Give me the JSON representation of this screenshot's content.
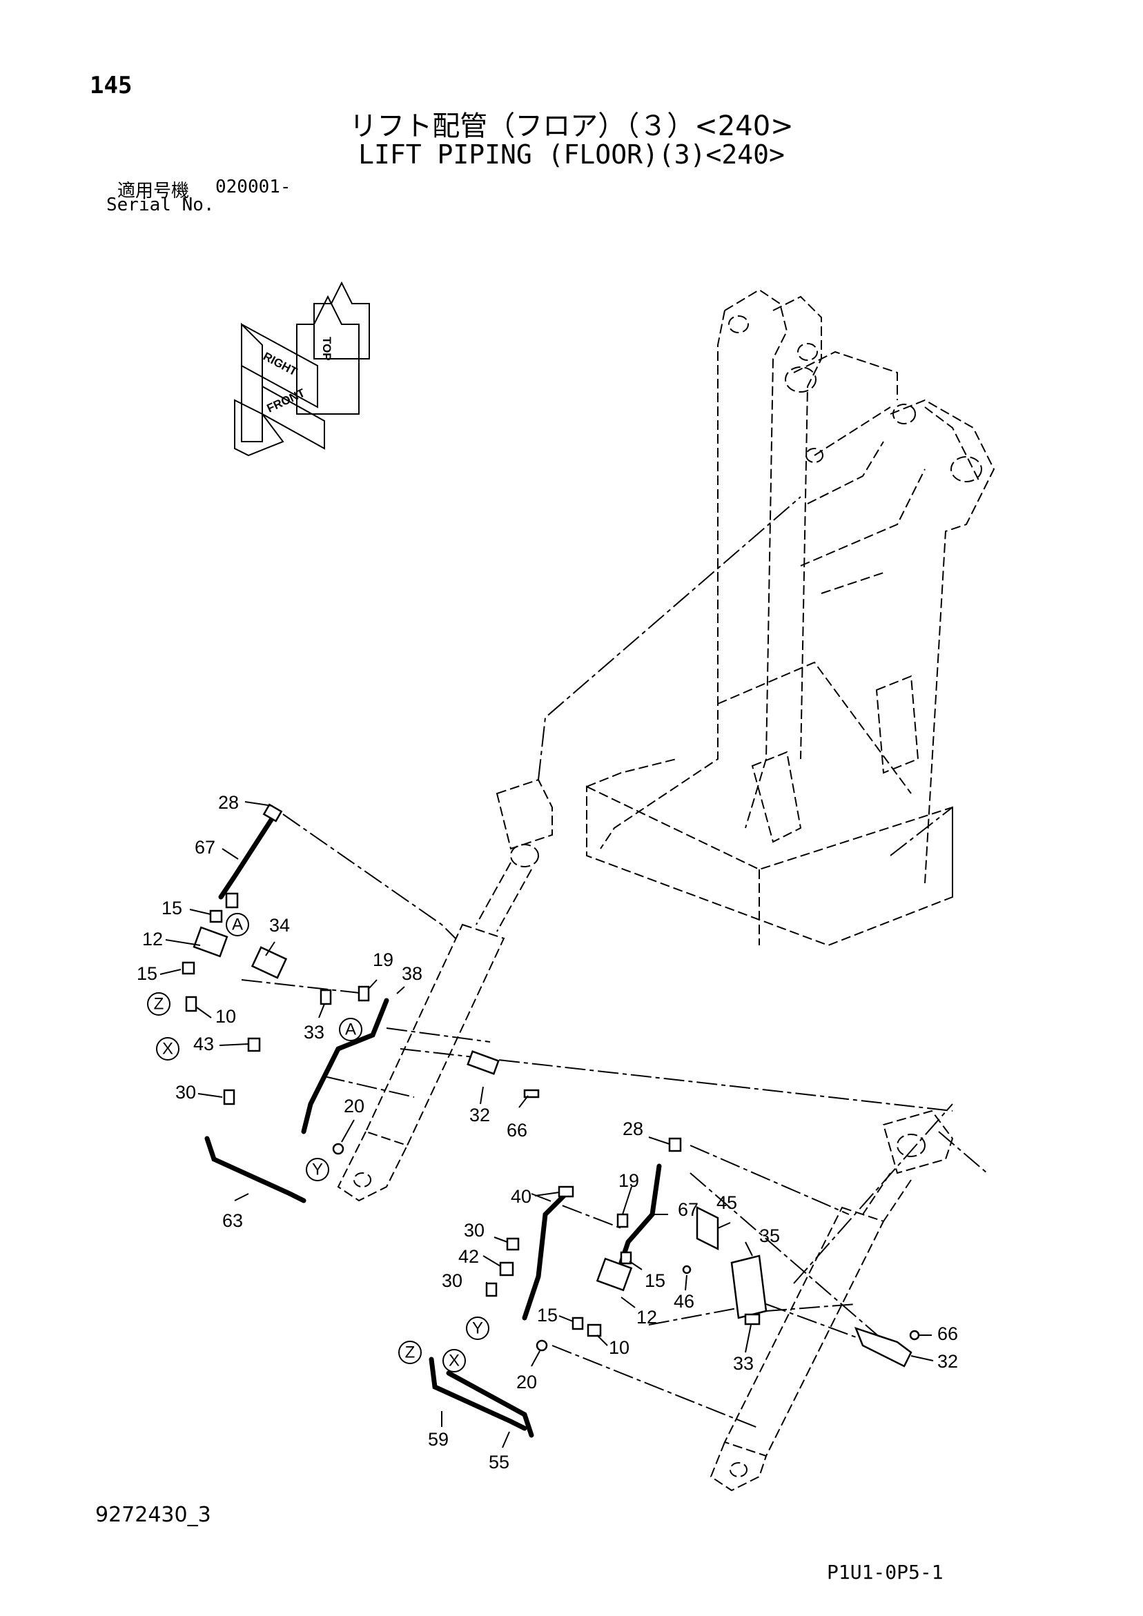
{
  "page_number": "145",
  "title_jp": "リフト配管（フロア）（３）<240>",
  "title_en": "LIFT PIPING (FLOOR)(3)<240>",
  "serial": {
    "label_jp": "適用号機",
    "value": "020001-",
    "label_en": "Serial No."
  },
  "orientation": {
    "top": "TOP",
    "right": "RIGHT",
    "front": "FRONT"
  },
  "circled_refs": {
    "A": "A",
    "Z": "Z",
    "X": "X",
    "Y": "Y"
  },
  "callouts_left": {
    "p28": "28",
    "p67": "67",
    "p15a": "15",
    "p12": "12",
    "p34": "34",
    "p15b": "15",
    "p10": "10",
    "p19": "19",
    "p38": "38",
    "p33": "33",
    "p43": "43",
    "p30": "30",
    "p20": "20",
    "p32": "32",
    "p66": "66",
    "p63": "63"
  },
  "callouts_right": {
    "p28": "28",
    "p40": "40",
    "p19": "19",
    "p67": "67",
    "p45": "45",
    "p35": "35",
    "p30a": "30",
    "p42": "42",
    "p30b": "30",
    "p15a": "15",
    "p46": "46",
    "p12": "12",
    "p15b": "15",
    "p10": "10",
    "p66": "66",
    "p33": "33",
    "p32": "32",
    "p20": "20",
    "p59": "59",
    "p55": "55"
  },
  "doc_code": "9272430_3",
  "page_code": "P1U1-0P5-1"
}
